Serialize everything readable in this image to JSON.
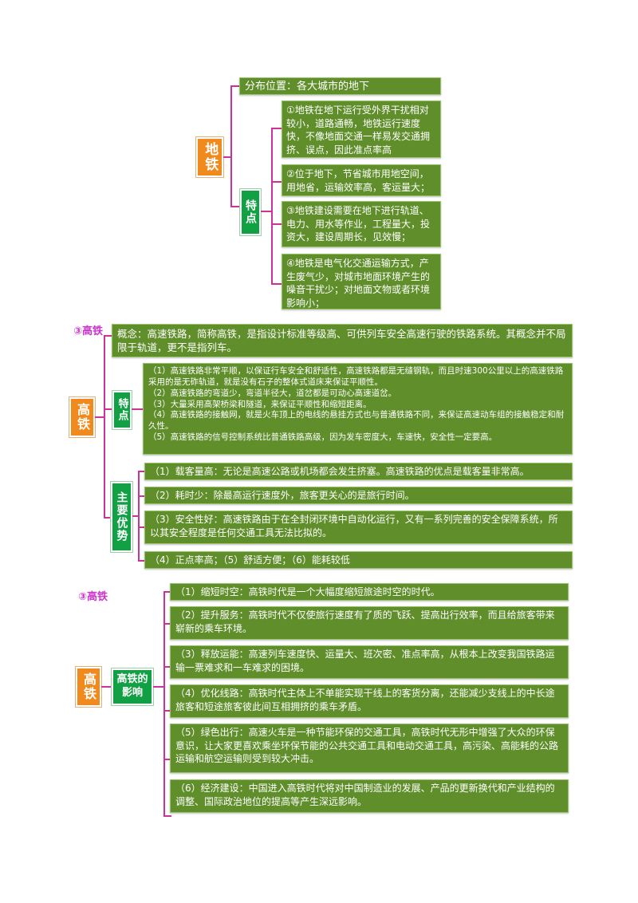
{
  "subway": {
    "title": "地铁",
    "location": "分布位置：各大城市的地下",
    "features_label": "特点",
    "features": [
      "①地铁在地下运行受外界干扰相对较小，道路通畅，地铁运行速度快，不像地面交通一样易发交通拥挤、误点，因此准点率高",
      "②位于地下，节省城市用地空间，用地省，运输效率高，客运量大；",
      "③地铁建设需要在地下进行轨道、电力、用水等作业，工程量大，投资大，建设周期长，见效慢；",
      "④地铁是电气化交通运输方式，产生废气少，对城市地面环境产生的噪音干扰少；对地面文物或者环境影响小；"
    ]
  },
  "hsr": {
    "tag": "③高铁",
    "title": "高铁",
    "concept": "概念：高速铁路，简称高铁，是指设计标准等级高、可供列车安全高速行驶的铁路系统。其概念并不局限于轨道，更不是指列车。",
    "features_label": "特点",
    "features": [
      "（1）高速铁路非常平顺，以保证行车安全和舒适性，高速铁路都是无缝钢轨，而且时速300公里以上的高速铁路采用的是无砟轨道，就是没有石子的整体式道床来保证平顺性。",
      "（2）高速铁路的弯道少，弯道半径大，道岔都是可动心高速道岔。",
      "（3）大量采用高架桥梁和隧道，来保证平顺性和缩短距离。",
      "（4）高速铁路的接触网，就是火车顶上的电线的悬挂方式也与普通铁路不同，来保证高速动车组的接触稳定和耐久性。",
      "（5）高速铁路的信号控制系统比普通铁路高级，因为发车密度大，车速快，安全性一定要高。"
    ],
    "advantages_label": "主要优势",
    "advantages": [
      "（1）载客量高：无论是高速公路或机场都会发生挤塞。高速铁路的优点是载客量非常高。",
      "（2）耗时少：除最高运行速度外，旅客更关心的是旅行时间。",
      "（3）安全性好：高速铁路由于在全封闭环境中自动化运行，又有一系列完善的安全保障系统，所以其安全程度是任何交通工具无法比拟的。",
      "（4）正点率高；（5）舒适方便；（6）能耗较低"
    ]
  },
  "impact": {
    "tag": "③高铁",
    "title": "高铁",
    "label": "高铁的影响",
    "items": [
      "（1）缩短时空：高铁时代是一个大幅度缩短旅途时空的时代。",
      "（2）提升服务：高铁时代不仅使旅行速度有了质的飞跃、提高出行效率，而且给旅客带来崭新的乘车环境。",
      "（3）释放运能：高速列车速度快、运量大、班次密、准点率高，从根本上改变我国铁路运输一票难求和一车难求的困境。",
      "（4）优化线路：高铁时代主体上不单能实现干线上的客货分离，还能减少支线上的中长途旅客和短途旅客彼此间互相拥挤的乘车矛盾。",
      "（5）绿色出行：高速火车是一种节能环保的交通工具，高铁时代无形中增强了大众的环保意识，让大家更喜欢乘坐环保节能的公共交通工具和电动交通工具，高污染、高能耗的公路运输和航空运输则受到较大冲击。",
      "（6）经济建设：中国进入高铁时代将对中国制造业的发展、产品的更新换代和产业结构的调整、国际政治地位的提高等产生深远影响。"
    ]
  }
}
